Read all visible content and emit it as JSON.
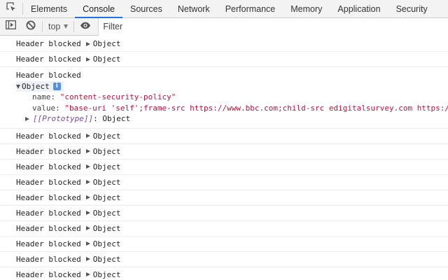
{
  "tabbar": {
    "inspect_icon": "inspect-element-icon",
    "tabs": [
      {
        "label": "Elements",
        "active": false
      },
      {
        "label": "Console",
        "active": true
      },
      {
        "label": "Sources",
        "active": false
      },
      {
        "label": "Network",
        "active": false
      },
      {
        "label": "Performance",
        "active": false
      },
      {
        "label": "Memory",
        "active": false
      },
      {
        "label": "Application",
        "active": false
      },
      {
        "label": "Security",
        "active": false
      }
    ],
    "accent_color": "#1a73e8"
  },
  "toolbar": {
    "sidebar_icon": "show-sidebar-icon",
    "clear_icon": "clear-console-icon",
    "context": "top",
    "eye_icon": "live-expression-eye-icon",
    "filter_placeholder": "Filter",
    "filter_value": ""
  },
  "console": {
    "messages_before": [
      {
        "text": "Header blocked",
        "object": "Object"
      },
      {
        "text": "Header blocked",
        "object": "Object"
      }
    ],
    "expanded": {
      "text": "Header blocked",
      "object": "Object",
      "info_badge": "i",
      "properties": [
        {
          "key": "name",
          "value": "\"content-security-policy\""
        },
        {
          "key": "value",
          "value": "\"base-uri 'self';frame-src https://www.bbc.com;child-src edigitalsurvey.com https:/"
        }
      ],
      "prototype_key": "[[Prototype]]",
      "prototype_value": "Object"
    },
    "messages_after": [
      {
        "text": "Header blocked",
        "object": "Object"
      },
      {
        "text": "Header blocked",
        "object": "Object"
      },
      {
        "text": "Header blocked",
        "object": "Object"
      },
      {
        "text": "Header blocked",
        "object": "Object"
      },
      {
        "text": "Header blocked",
        "object": "Object"
      },
      {
        "text": "Header blocked",
        "object": "Object"
      },
      {
        "text": "Header blocked",
        "object": "Object"
      },
      {
        "text": "Header blocked",
        "object": "Object"
      },
      {
        "text": "Header blocked",
        "object": "Object"
      },
      {
        "text": "Header blocked",
        "object": "Object"
      }
    ],
    "string_color": "#b0173d"
  }
}
